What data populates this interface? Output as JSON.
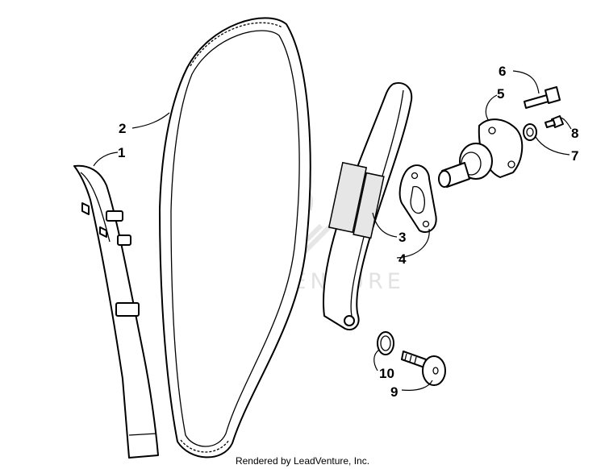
{
  "watermark": {
    "text": "LEADVENTURE",
    "color": "#e2e2e2"
  },
  "footer": {
    "credit": "Rendered by LeadVenture, Inc."
  },
  "callouts": [
    {
      "id": "1",
      "label": "1"
    },
    {
      "id": "2",
      "label": "2"
    },
    {
      "id": "3",
      "label": "3"
    },
    {
      "id": "4",
      "label": "4"
    },
    {
      "id": "5",
      "label": "5"
    },
    {
      "id": "6",
      "label": "6"
    },
    {
      "id": "7",
      "label": "7"
    },
    {
      "id": "8",
      "label": "8"
    },
    {
      "id": "9",
      "label": "9"
    },
    {
      "id": "10",
      "label": "10"
    }
  ]
}
